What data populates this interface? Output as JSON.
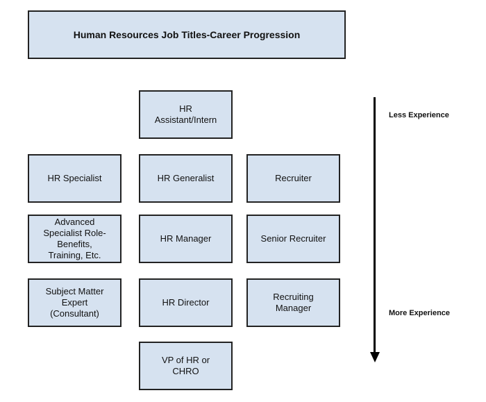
{
  "title": {
    "label": "Human Resources Job Titles-Career Progression"
  },
  "boxes": [
    {
      "name": "hr-assistant-intern",
      "label": "HR\nAssistant/Intern"
    },
    {
      "name": "hr-specialist",
      "label": "HR Specialist"
    },
    {
      "name": "hr-generalist",
      "label": "HR Generalist"
    },
    {
      "name": "recruiter",
      "label": "Recruiter"
    },
    {
      "name": "advanced-specialist",
      "label": "Advanced\nSpecialist Role-\nBenefits,\nTraining, Etc."
    },
    {
      "name": "hr-manager",
      "label": "HR Manager"
    },
    {
      "name": "senior-recruiter",
      "label": "Senior Recruiter"
    },
    {
      "name": "subject-matter-expert",
      "label": "Subject Matter\nExpert\n(Consultant)"
    },
    {
      "name": "hr-director",
      "label": "HR Director"
    },
    {
      "name": "recruiting-manager",
      "label": "Recruiting\nManager"
    },
    {
      "name": "vp-of-hr-or-chro",
      "label": "VP of HR or\nCHRO"
    }
  ],
  "experience_axis": {
    "less_label": "Less Experience",
    "more_label": "More Experience"
  },
  "colors": {
    "box_fill": "#d6e2f0",
    "box_border": "#222222",
    "arrow": "#000000"
  }
}
